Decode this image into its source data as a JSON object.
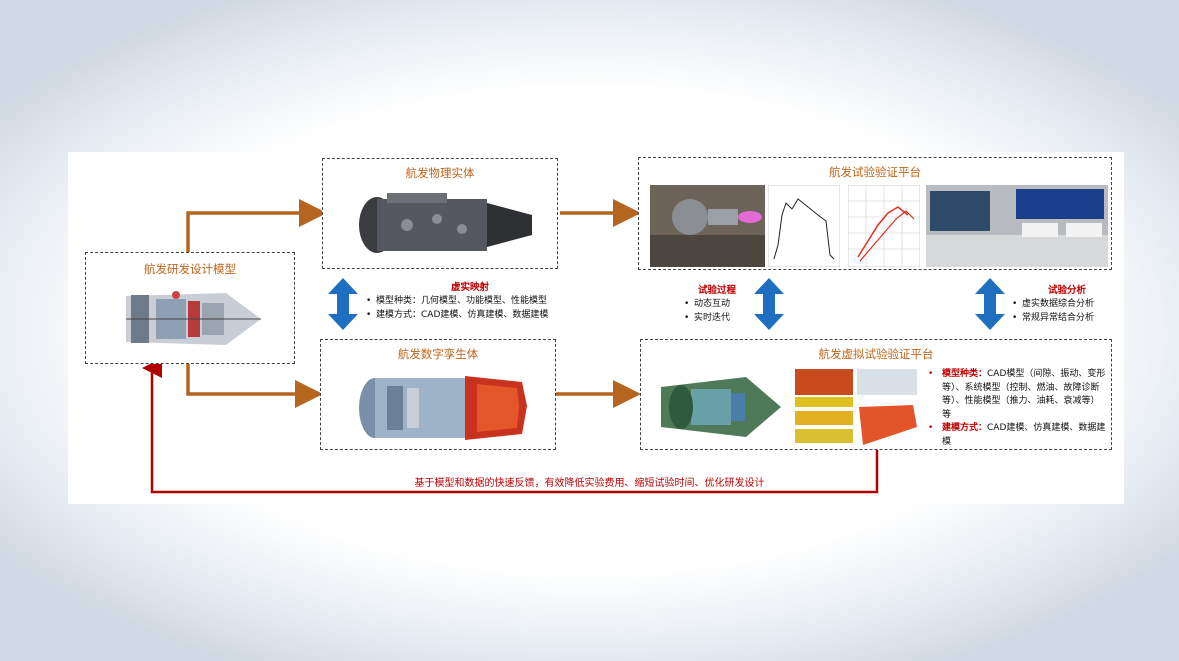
{
  "boxes": {
    "design_model": "航发研发设计模型",
    "physical_entity": "航发物理实体",
    "digital_twin": "航发数字孪生体",
    "test_platform": "航发试验验证平台",
    "virtual_platform": "航发虚拟试验验证平台"
  },
  "mapping": {
    "title": "虚实映射",
    "items": [
      "模型种类：几何模型、功能模型、性能模型",
      "建模方式：CAD建模、仿真建模、数据建模"
    ]
  },
  "test_process": {
    "title": "试验过程",
    "items": [
      "动态互动",
      "实时迭代"
    ]
  },
  "test_analysis": {
    "title": "试验分析",
    "items": [
      "虚实数据综合分析",
      "常规异常结合分析"
    ]
  },
  "virtual_desc": {
    "model_label": "模型种类：",
    "model_text": "CAD模型（间隙、振动、变形等）、系统模型（控制、燃油、故障诊断等）、性能模型（推力、油耗、衰减等）等",
    "method_label": "建模方式：",
    "method_text": "CAD建模、仿真建模、数据建模"
  },
  "feedback": "基于模型和数据的快速反馈，有效降低实验费用、缩短试验时间、优化研发设计",
  "colors": {
    "orange_arrow": "#b5651d",
    "blue_arrow": "#1f6fc0",
    "feedback_red": "#b00000",
    "title_orange": "#c0651a"
  }
}
